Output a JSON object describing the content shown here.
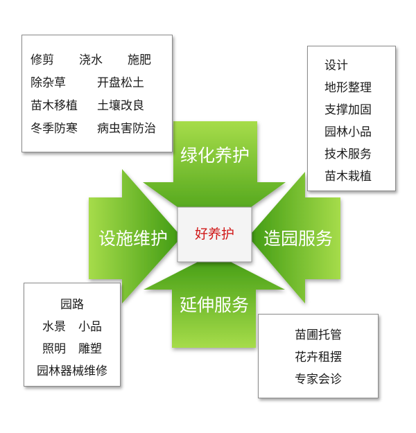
{
  "center": {
    "label": "好养护"
  },
  "arrows": {
    "top": "绿化养护",
    "left": "设施维护",
    "right": "造园服务",
    "bottom": "延伸服务"
  },
  "boxes": {
    "top_left": {
      "rows": [
        [
          "修剪",
          "浇水",
          "施肥"
        ],
        [
          "除杂草",
          "开盘松土"
        ],
        [
          "苗木移植",
          "土壤改良"
        ],
        [
          "冬季防寒",
          "病虫害防治"
        ]
      ]
    },
    "top_right": {
      "items": [
        "设计",
        "地形整理",
        "支撑加固",
        "园林小品",
        "技术服务",
        "苗木栽植"
      ]
    },
    "bottom_left": {
      "rows": [
        [
          "园路"
        ],
        [
          "水景",
          "小品"
        ],
        [
          "照明",
          "雕塑"
        ],
        [
          "园林器械维修"
        ]
      ]
    },
    "bottom_right": {
      "items": [
        "苗圃托管",
        "花卉租摆",
        "专家会诊"
      ]
    }
  },
  "colors": {
    "arrow_light": "#a6dc4a",
    "arrow_dark": "#3f9a12",
    "center_text": "#d01818"
  }
}
